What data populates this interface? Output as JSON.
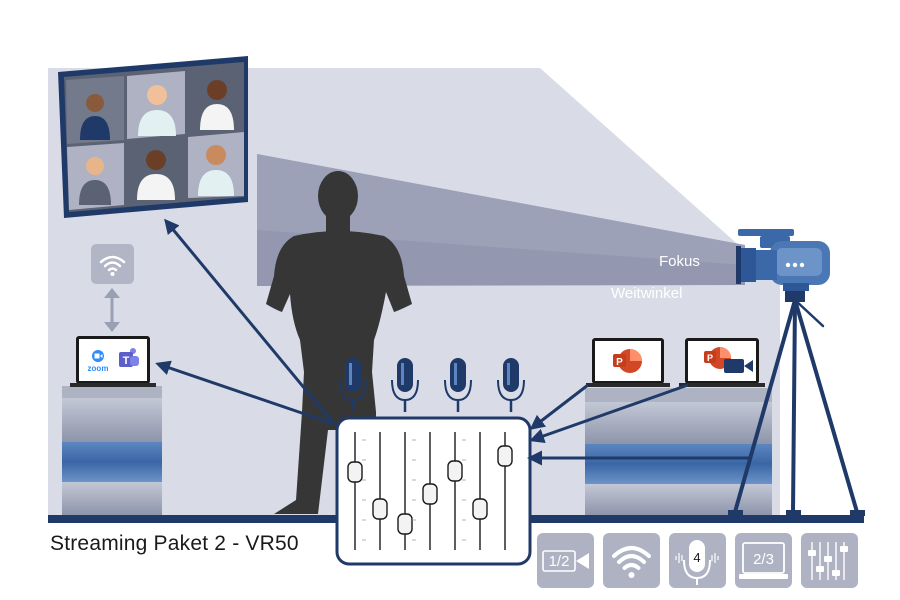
{
  "caption": "Streaming Paket 2 - VR50",
  "labels": {
    "focus": "Fokus",
    "wide": "Weitwinkel"
  },
  "laptops": {
    "left_apps": [
      "zoom",
      "T"
    ],
    "presentation_logo": "P"
  },
  "feature_icons": [
    {
      "icon": "camera-icon",
      "text": "1/2"
    },
    {
      "icon": "wifi-icon",
      "text": ""
    },
    {
      "icon": "microphone-icon",
      "text": "4"
    },
    {
      "icon": "laptop-icon",
      "text": "2/3"
    },
    {
      "icon": "mixer-icon",
      "text": ""
    }
  ],
  "colors": {
    "navy": "#1f3a68",
    "accent_blue": "#3b68a8",
    "wall": "#d9dce6",
    "beam": "#9398b0",
    "silhouette": "#363636",
    "icon_tile": "#aeb2c2",
    "zoom_blue": "#2d8cff",
    "teams_purple": "#5b5fc7",
    "powerpoint_red": "#d24726"
  }
}
